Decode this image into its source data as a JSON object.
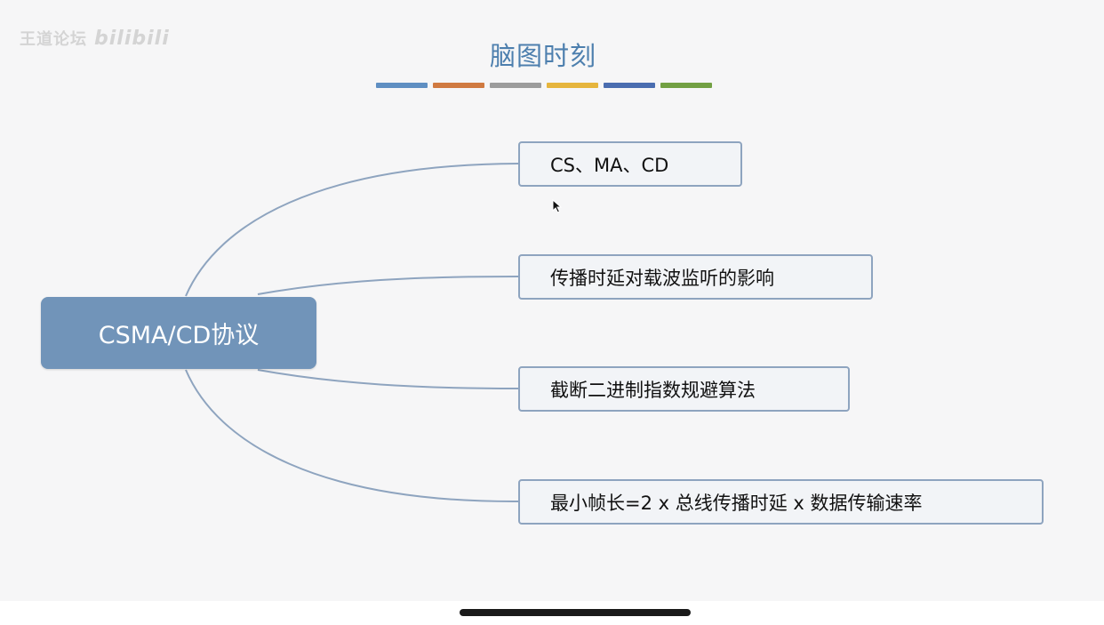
{
  "watermark": {
    "text": "王道论坛",
    "logo": "bilibili"
  },
  "title": "脑图时刻",
  "color_bar": [
    "#5f8fc2",
    "#d07a41",
    "#9c9c9c",
    "#e6b53d",
    "#4a6db0",
    "#72a043"
  ],
  "mindmap": {
    "root": "CSMA/CD协议",
    "branches": [
      "CS、MA、CD",
      "传播时延对载波监听的影响",
      "截断二进制指数规避算法",
      "最小帧长=2 x 总线传播时延 x 数据传输速率"
    ]
  },
  "colors": {
    "root_fill": "#7194b9",
    "connector": "#8ea4bf",
    "title": "#4d7fae"
  }
}
